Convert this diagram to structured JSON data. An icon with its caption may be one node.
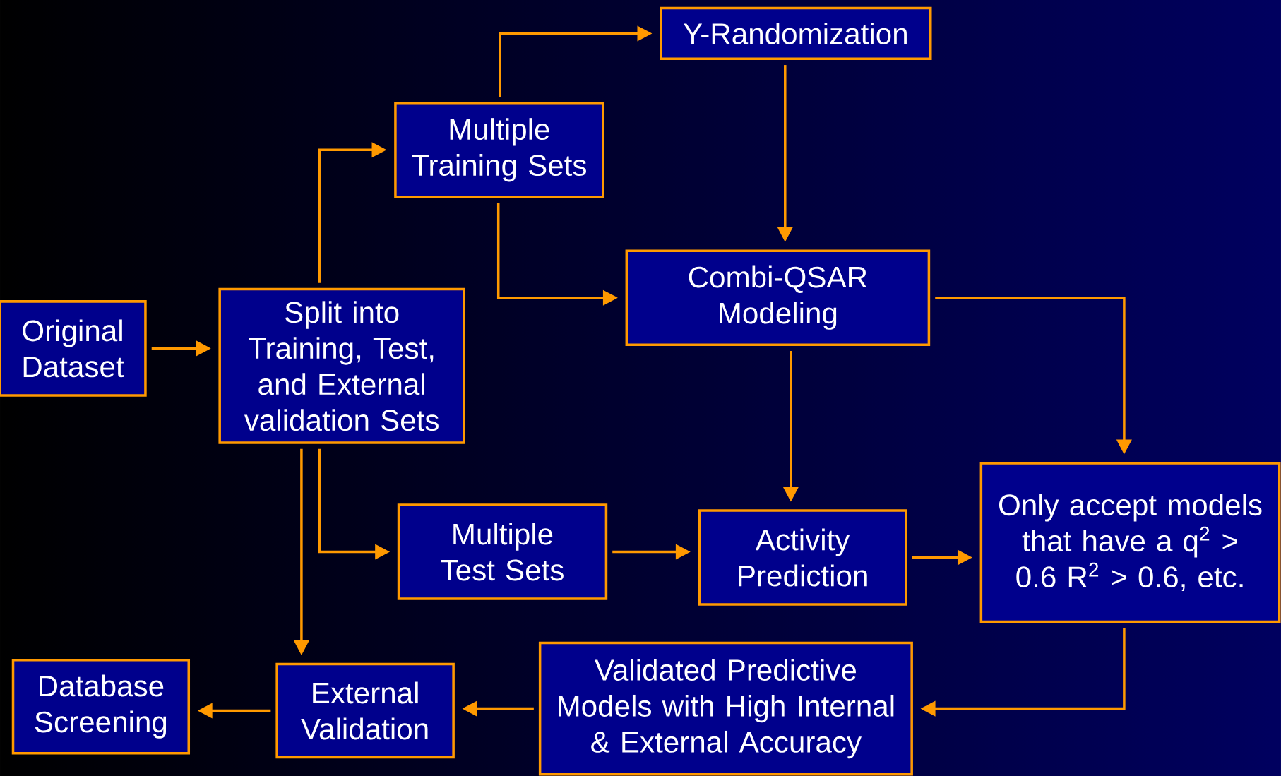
{
  "diagram": {
    "nodes": [
      {
        "text": [
          "Original Dataset"
        ]
      },
      {
        "text": [
          "Split into Training, Test, and External validation Sets"
        ]
      },
      {
        "text": [
          "Multiple Training Sets"
        ]
      },
      {
        "text": [
          "Y-Randomization"
        ]
      },
      {
        "text": [
          "Combi-QSAR Modeling"
        ]
      },
      {
        "text": [
          "Multiple Test Sets"
        ]
      },
      {
        "text": [
          "Activity Prediction"
        ]
      },
      {
        "text": [
          "Only accept models that have a q$^{2}$ > 0.6 R$^{2}$ > 0.6, etc."
        ]
      },
      {
        "text": [
          "Validated Predictive Models with High Internal & External Accuracy"
        ]
      },
      {
        "text": [
          "External Validation"
        ]
      },
      {
        "text": [
          "Database Screening"
        ]
      }
    ],
    "edges": [
      {
        "from": 0,
        "to": 1,
        "arrow": "to"
      },
      {
        "from": 1,
        "to": 2,
        "arrow": "to"
      },
      {
        "from": 2,
        "to": 3,
        "arrow": "to"
      },
      {
        "from": 3,
        "to": 4,
        "arrow": "to"
      },
      {
        "from": 2,
        "to": 4,
        "arrow": "to"
      },
      {
        "from": 4,
        "to": 6,
        "arrow": "to"
      },
      {
        "from": 4,
        "to": 7,
        "arrow": "to"
      },
      {
        "from": 1,
        "to": 5,
        "arrow": "to"
      },
      {
        "from": 1,
        "to": 9,
        "arrow": "to"
      },
      {
        "from": 5,
        "to": 6,
        "arrow": "to"
      },
      {
        "from": 6,
        "to": 7,
        "arrow": "to"
      },
      {
        "from": 7,
        "to": 8,
        "arrow": "to"
      },
      {
        "from": 8,
        "to": 9,
        "arrow": "to"
      },
      {
        "from": 9,
        "to": 10,
        "arrow": "to"
      }
    ]
  }
}
